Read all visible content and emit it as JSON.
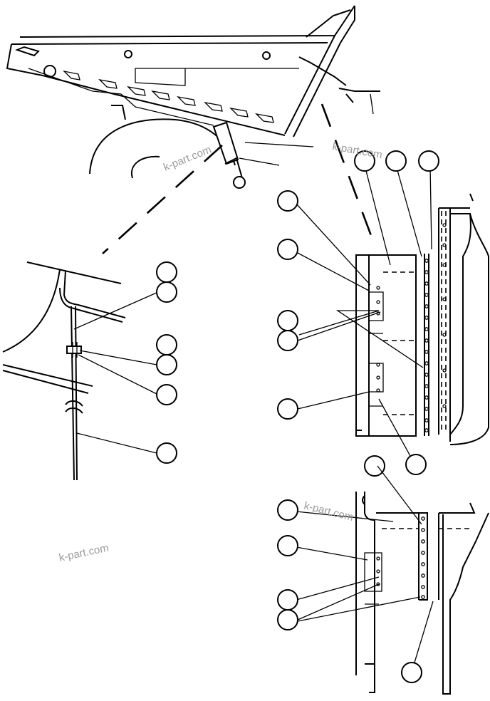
{
  "watermarks": [
    "k-part.com",
    "k-part.com",
    "k-part.com",
    "k-part.com"
  ],
  "callouts": {
    "detail_left": [
      "",
      "",
      "",
      "",
      "",
      ""
    ],
    "detail_upper_right": [
      "",
      "",
      "",
      "",
      "",
      "",
      "",
      "",
      "",
      ""
    ],
    "detail_lower_right": [
      "",
      "",
      "",
      "",
      ""
    ]
  }
}
